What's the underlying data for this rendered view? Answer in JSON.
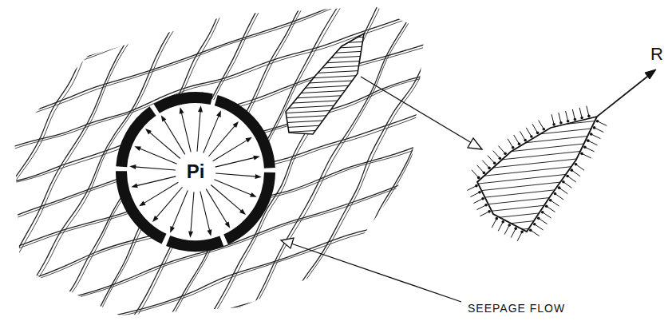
{
  "diagram": {
    "nodes": [
      {
        "text": [
          "Pi"
        ]
      }
    ],
    "labels": [
      "R",
      "SEEPAGE FLOW"
    ]
  }
}
